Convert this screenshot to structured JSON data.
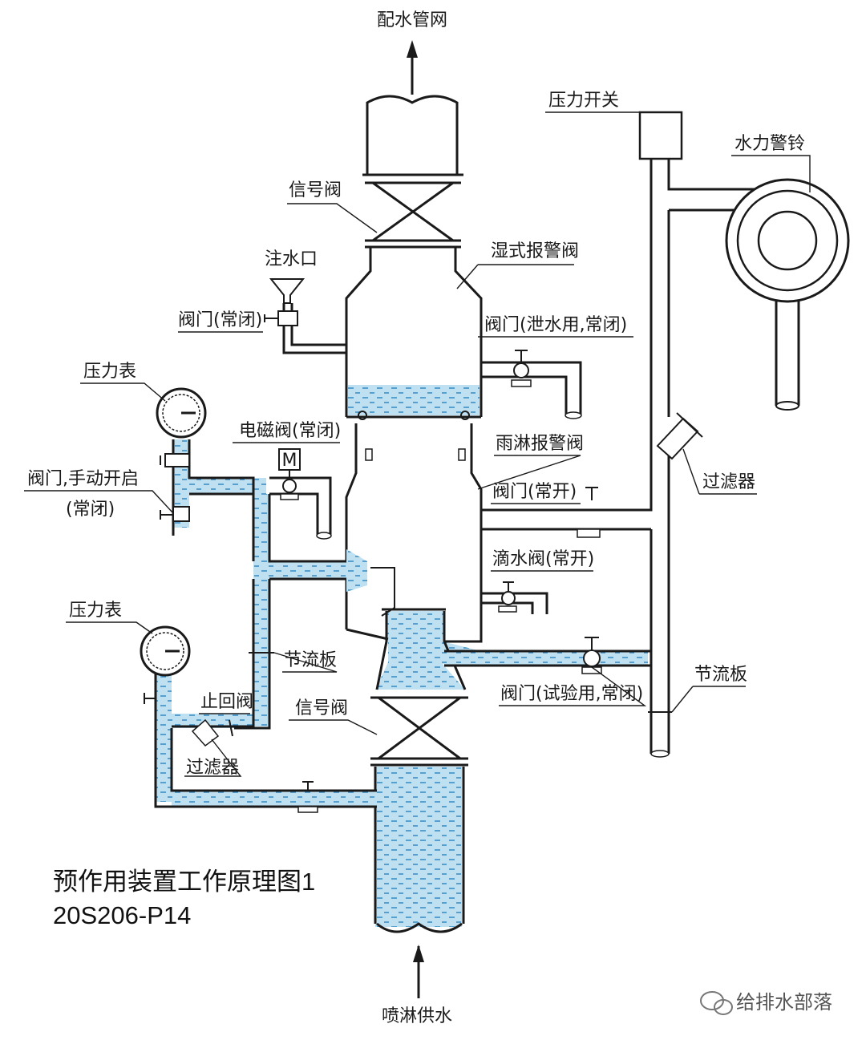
{
  "title": {
    "line1": "预作用装置工作原理图1",
    "line2": "20S206-P14"
  },
  "watermark": "给排水部落",
  "labels": {
    "distribution_network": "配水管网",
    "signal_valve_top": "信号阀",
    "water_inlet": "注水口",
    "valve_normally_closed": "阀门(常闭)",
    "wet_alarm_valve": "湿式报警阀",
    "drain_valve": "阀门(泄水用,常闭)",
    "pressure_switch": "压力开关",
    "water_motor_alarm": "水力警铃",
    "pressure_gauge_top": "压力表",
    "solenoid_valve": "电磁阀(常闭)",
    "manual_valve_line1": "阀门,手动开启",
    "manual_valve_line2": "(常闭)",
    "deluge_alarm_valve": "雨淋报警阀",
    "valve_normally_open": "阀门(常开)",
    "filter_right": "过滤器",
    "drip_valve": "滴水阀(常开)",
    "pressure_gauge_bottom": "压力表",
    "orifice_plate_left": "节流板",
    "check_valve": "止回阀",
    "signal_valve_bottom": "信号阀",
    "test_valve": "阀门(试验用,常闭)",
    "orifice_plate_right": "节流板",
    "filter_left": "过滤器",
    "sprinkler_supply": "喷淋供水",
    "solenoid_symbol": "M"
  },
  "colors": {
    "water": "#bfe0f1",
    "water_dash": "#3f8fc4",
    "line": "#1a1a1a"
  }
}
